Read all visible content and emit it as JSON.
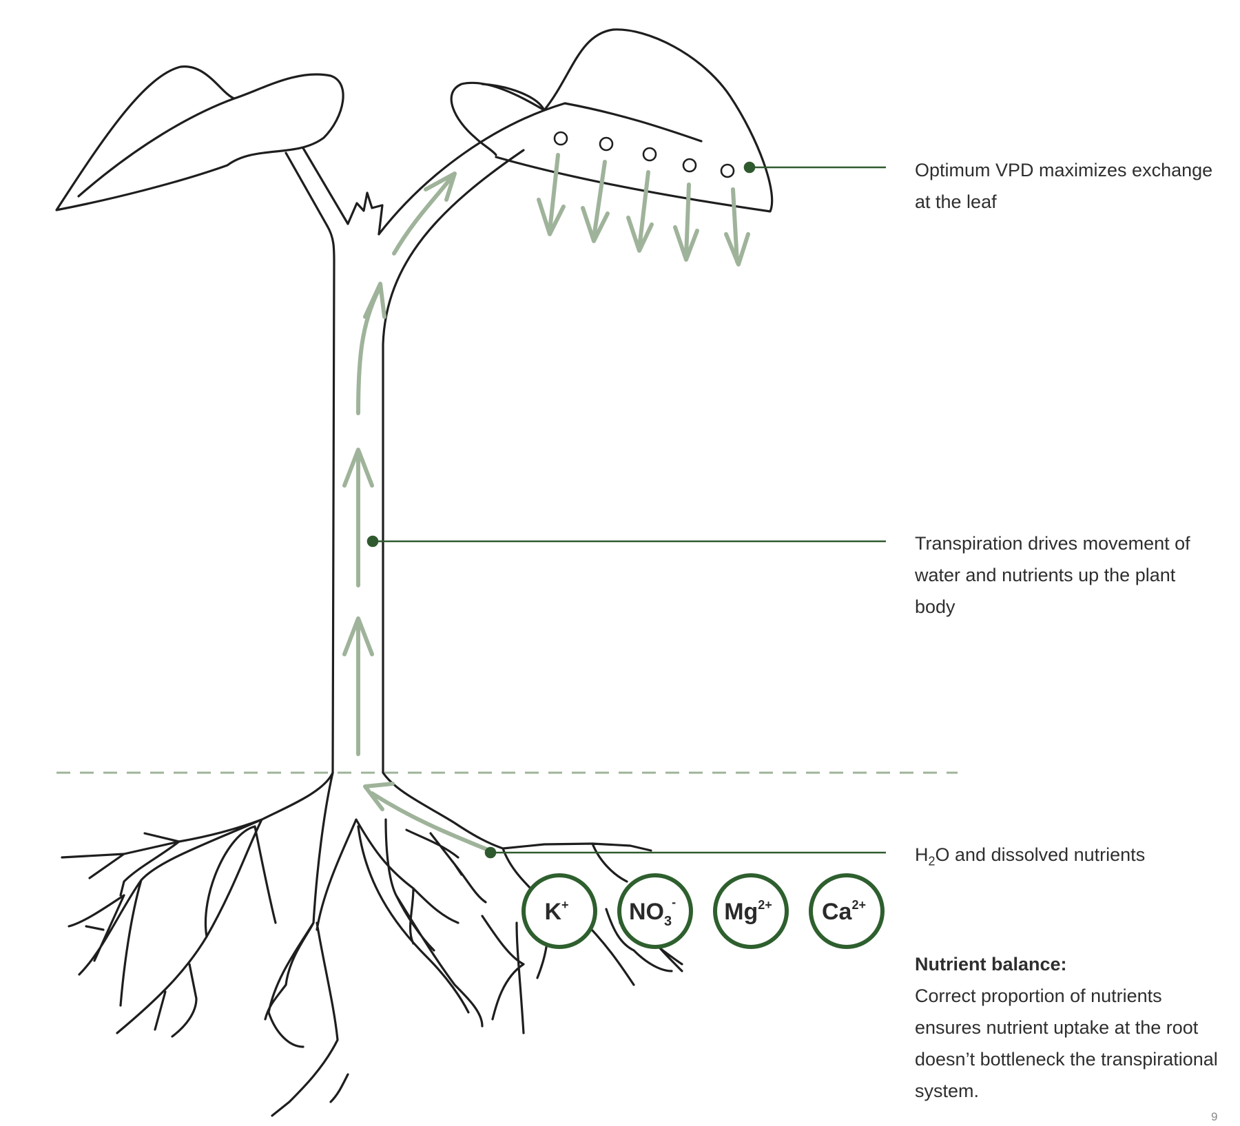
{
  "callouts": {
    "vpd": "Optimum VPD maximizes exchange at the leaf",
    "transpiration": "Transpiration drives movement of water and nutrients up the plant body",
    "h2o": {
      "prefix": "H",
      "subscript": "2",
      "suffix": "O and dissolved nutrients"
    },
    "nutrient_balance": {
      "heading": "Nutrient balance:",
      "body": "Correct proportion of nutrients ensures nutrient uptake at the root doesn’t bottleneck the transpirational system."
    }
  },
  "ions": [
    {
      "base": "K",
      "sub": "",
      "sup": "+"
    },
    {
      "base": "NO",
      "sub": "3",
      "sup": "-"
    },
    {
      "base": "Mg",
      "sub": "",
      "sup": "2+"
    },
    {
      "base": "Ca",
      "sub": "",
      "sup": "2+"
    }
  ],
  "page_number": "9",
  "colors": {
    "outline": "#1e1e1e",
    "arrow": "#9fb39a",
    "leader": "#2f5a2f",
    "ion_ring": "#2e5f2e",
    "soil_line": "#9fb39a"
  }
}
